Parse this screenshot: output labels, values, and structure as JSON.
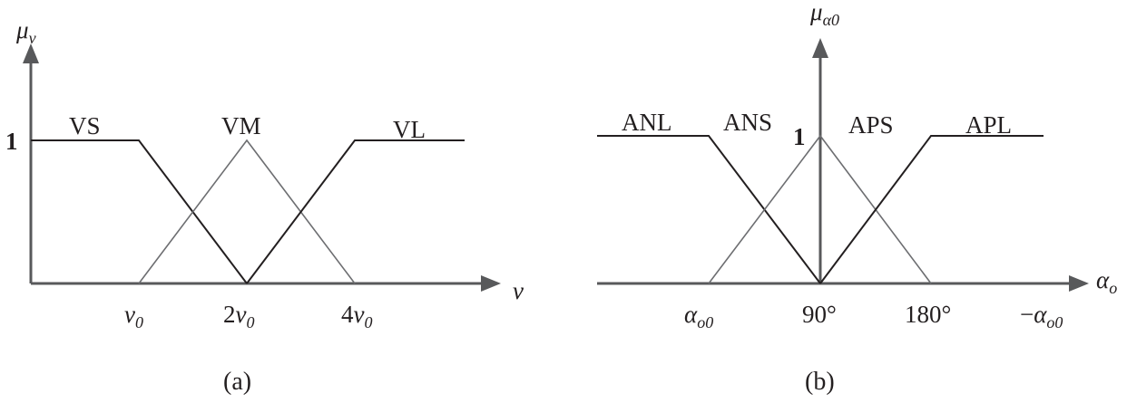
{
  "left_panel": {
    "y_axis_label": "μ",
    "y_axis_sub": "v",
    "x_axis_label": "v",
    "level_label": "1",
    "sets": [
      "VS",
      "VM",
      "VL"
    ],
    "ticks": [
      {
        "pre": "",
        "main": "v",
        "sub": "0"
      },
      {
        "pre": "2",
        "main": "v",
        "sub": "0"
      },
      {
        "pre": "4",
        "main": "v",
        "sub": "0"
      }
    ],
    "caption": "(a)"
  },
  "right_panel": {
    "y_axis_label": "μ",
    "y_axis_sub": "α0",
    "x_axis_label": "α",
    "x_axis_sub": "o",
    "level_label": "1",
    "sets": [
      "ANL",
      "ANS",
      "APS",
      "APL"
    ],
    "ticks": [
      {
        "pre": "",
        "main": "α",
        "sub": "o0"
      },
      {
        "pre": "90°",
        "main": "",
        "sub": ""
      },
      {
        "pre": "180°",
        "main": "",
        "sub": ""
      },
      {
        "pre": "−",
        "main": "α",
        "sub": "o0"
      }
    ],
    "caption": "(b)"
  }
}
